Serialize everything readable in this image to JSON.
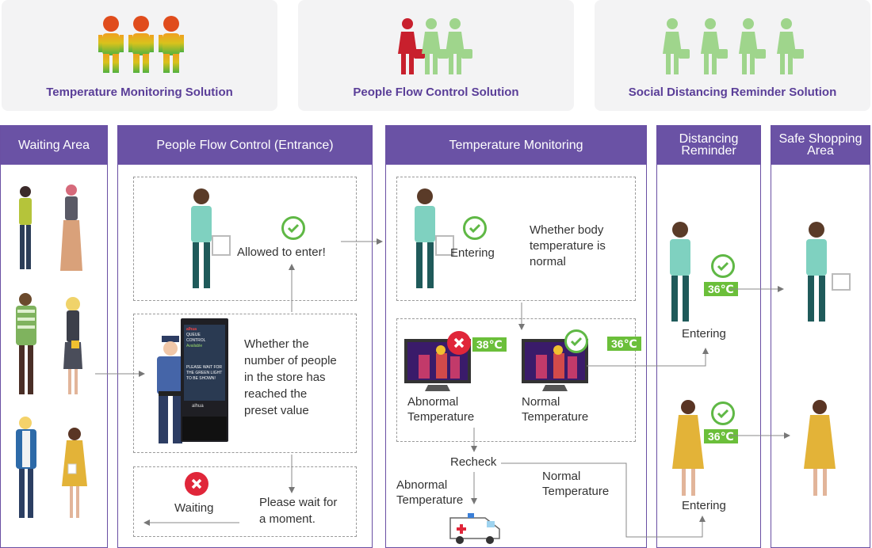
{
  "solutions": [
    {
      "title": "Temperature Monitoring Solution"
    },
    {
      "title": "People Flow Control Solution"
    },
    {
      "title": "Social Distancing Reminder Solution"
    }
  ],
  "columns": {
    "waiting": "Waiting Area",
    "flow": "People Flow Control (Entrance)",
    "temp": "Temperature Monitoring",
    "distancing": "Distancing Reminder",
    "safe": "Safe Shopping Area"
  },
  "flow": {
    "allowed": "Allowed to enter!",
    "question": [
      "Whether the",
      "number of people",
      "in the store has",
      "reached the",
      "preset value"
    ],
    "waiting": "Waiting",
    "wait_msg": [
      "Please wait for",
      "a moment."
    ],
    "kiosk": {
      "brand": "alhua",
      "line1": "QUEUE",
      "line2": "CONTROL",
      "available": "Available",
      "msg": [
        "PLEASE WAIT FOR",
        "THE GREEN LIGHT",
        "TO BE SHOWN!"
      ],
      "footer": "alhua"
    }
  },
  "temperature": {
    "entering": "Entering",
    "question": [
      "Whether body",
      "temperature is",
      "normal"
    ],
    "abnormal_tag": "38℃",
    "normal_tag": "36℃",
    "abnormal_label": [
      "Abnormal",
      "Temperature"
    ],
    "normal_label": [
      "Normal",
      "Temperature"
    ],
    "recheck": "Recheck",
    "abnormal_recheck": [
      "Abnormal",
      "Temperature"
    ],
    "normal_recheck": [
      "Normal",
      "Temperature"
    ]
  },
  "distancing": {
    "tag_top": "36℃",
    "tag_bottom": "36℃",
    "entering_top": "Entering",
    "entering_bottom": "Entering"
  },
  "colors": {
    "purple": "#6a52a5",
    "green": "#6bbf3a",
    "red": "#e0263a"
  }
}
